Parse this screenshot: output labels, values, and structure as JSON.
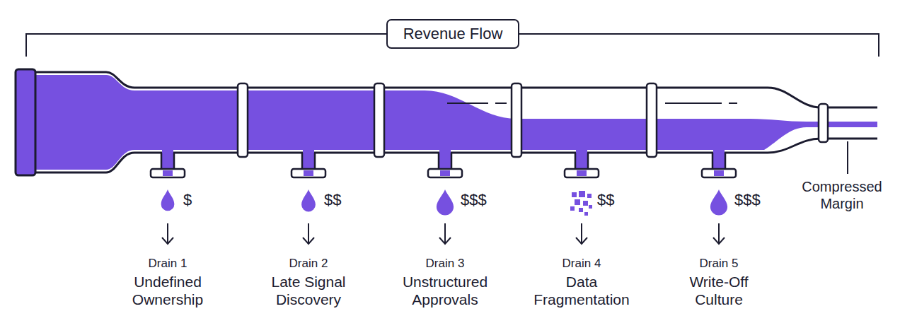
{
  "diagram": {
    "title": "Revenue Flow",
    "labels": [
      "$",
      "Drain 1",
      "Undefined Ownership",
      "$$",
      "Drain 2",
      "Late Signal Discovery",
      "$$$",
      "Drain 3",
      "Unstructured Approvals",
      "$$",
      "Drain 4",
      "Data Fragmentation",
      "$$$",
      "Drain 5",
      "Write-Off Culture",
      "Compressed Margin"
    ]
  }
}
